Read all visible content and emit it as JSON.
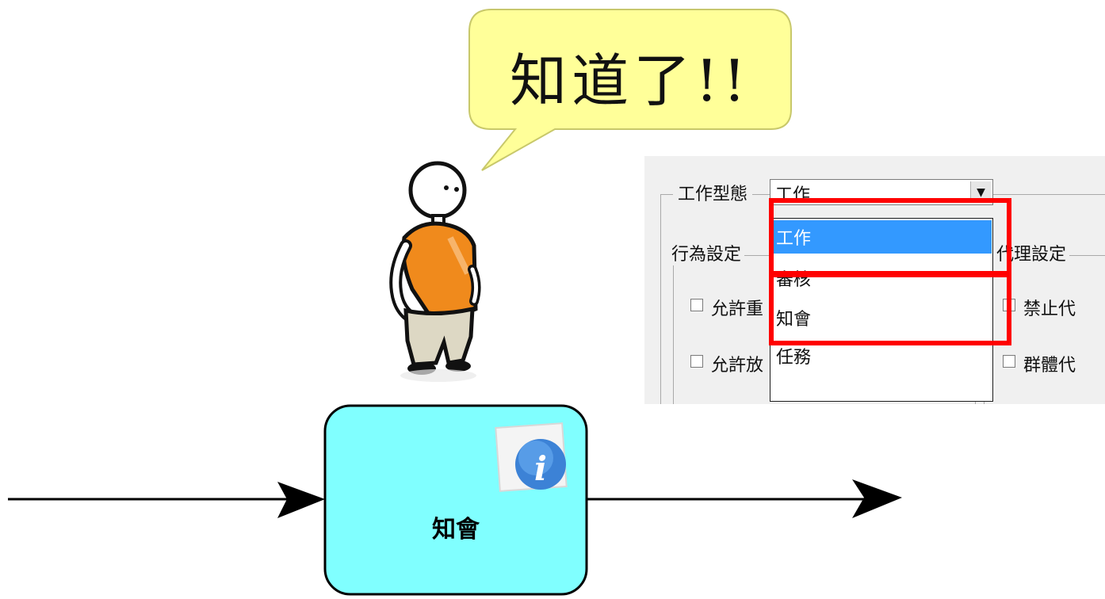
{
  "bubble": {
    "text": "知道了!!"
  },
  "panel": {
    "work_type_label": "工作型態",
    "work_type_value": "工作",
    "combo_arrow": "▼",
    "behavior_group_label": "行為設定",
    "agent_group_label": "代理設定",
    "checkbox_1": "允許重",
    "checkbox_2": "允許放",
    "checkbox_3": "禁止代",
    "checkbox_4": "群體代",
    "options": [
      "工作",
      "審核",
      "知會",
      "任務"
    ],
    "selected_option": "工作"
  },
  "task": {
    "label": "知會"
  },
  "colors": {
    "task_fill": "#80ffff",
    "highlight": "#ff0000",
    "bubble_fill": "#ffff99"
  }
}
